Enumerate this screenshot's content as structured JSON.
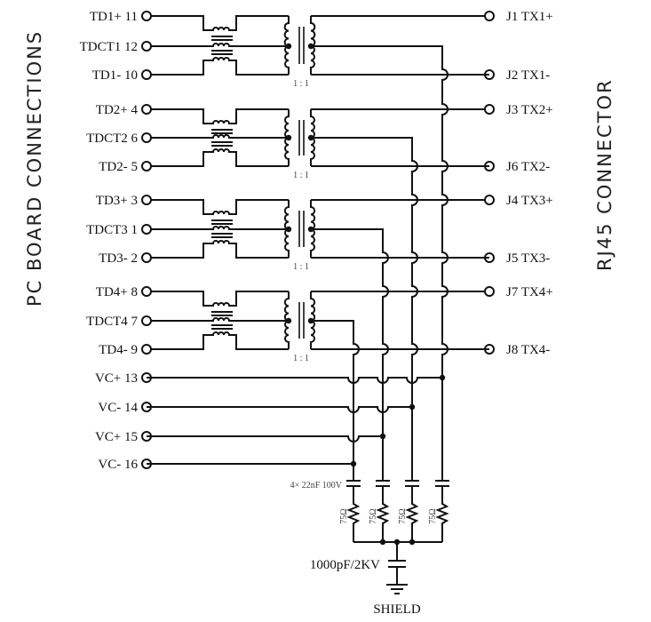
{
  "left_title": "PC BOARD CONNECTIONS",
  "right_title": "RJ45 CONNECTOR",
  "groups": [
    {
      "pins": [
        "TD1+ 11",
        "TDCT1 12",
        "TD1- 10"
      ],
      "jacks": [
        "J1  TX1+",
        "J2  TX1-"
      ],
      "ratio": "1 : 1"
    },
    {
      "pins": [
        "TD2+ 4",
        "TDCT2 6",
        "TD2- 5"
      ],
      "jacks": [
        "J3  TX2+",
        "J6  TX2-"
      ],
      "ratio": "1 : 1"
    },
    {
      "pins": [
        "TD3+ 3",
        "TDCT3 1",
        "TD3- 2"
      ],
      "jacks": [
        "J4  TX3+",
        "J5  TX3-"
      ],
      "ratio": "1 : 1"
    },
    {
      "pins": [
        "TD4+ 8",
        "TDCT4 7",
        "TD4- 9"
      ],
      "jacks": [
        "J7  TX4+",
        "J8  TX4-"
      ],
      "ratio": "1 : 1"
    }
  ],
  "vc_pins": [
    "VC+ 13",
    "VC- 14",
    "VC+ 15",
    "VC- 16"
  ],
  "cap_label": "4×  22nF 100V",
  "resistor_label": "75Ω",
  "shield_cap_label": "1000pF/2KV",
  "shield_label": "SHIELD"
}
